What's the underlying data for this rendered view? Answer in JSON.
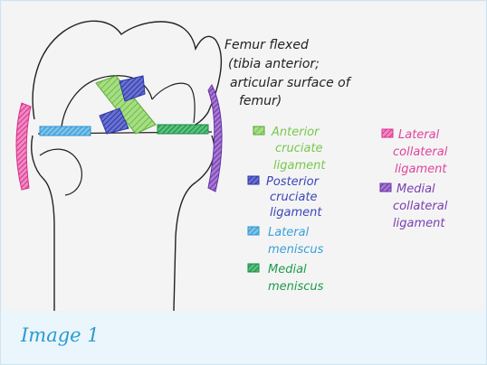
{
  "figure": {
    "title_lines": [
      "Femur flexed",
      "(tibia anterior;",
      "articular surface of",
      "femur)"
    ],
    "legend": [
      {
        "lines": [
          "Anterior",
          "cruciate",
          "ligament"
        ],
        "color": "#79c84a"
      },
      {
        "lines": [
          "Posterior",
          "cruciate",
          "ligament"
        ],
        "color": "#3a46b8"
      },
      {
        "lines": [
          "Lateral",
          "meniscus"
        ],
        "color": "#3aa0d8"
      },
      {
        "lines": [
          "Medial",
          "meniscus"
        ],
        "color": "#1e9a4c"
      },
      {
        "lines": [
          "Lateral",
          "collateral",
          "ligament"
        ],
        "color": "#e0449a"
      },
      {
        "lines": [
          "Medial",
          "collateral",
          "ligament"
        ],
        "color": "#7a3fb0"
      }
    ]
  },
  "caption": "Image 1"
}
